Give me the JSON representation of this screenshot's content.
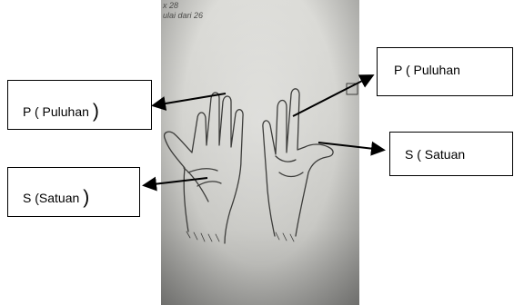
{
  "photo": {
    "text_line1": "x 28",
    "text_line2": "ulai dari 26"
  },
  "labels": {
    "left_top": {
      "text": "P ( Puluhan",
      "paren": ")"
    },
    "left_bottom": {
      "text": "S (Satuan",
      "paren": ")"
    },
    "right_top": {
      "text": "P ( Puluhan"
    },
    "right_bottom": {
      "text": "S ( Satuan"
    }
  },
  "colors": {
    "ink": "#000000",
    "pencil": "#3c3c3a"
  }
}
